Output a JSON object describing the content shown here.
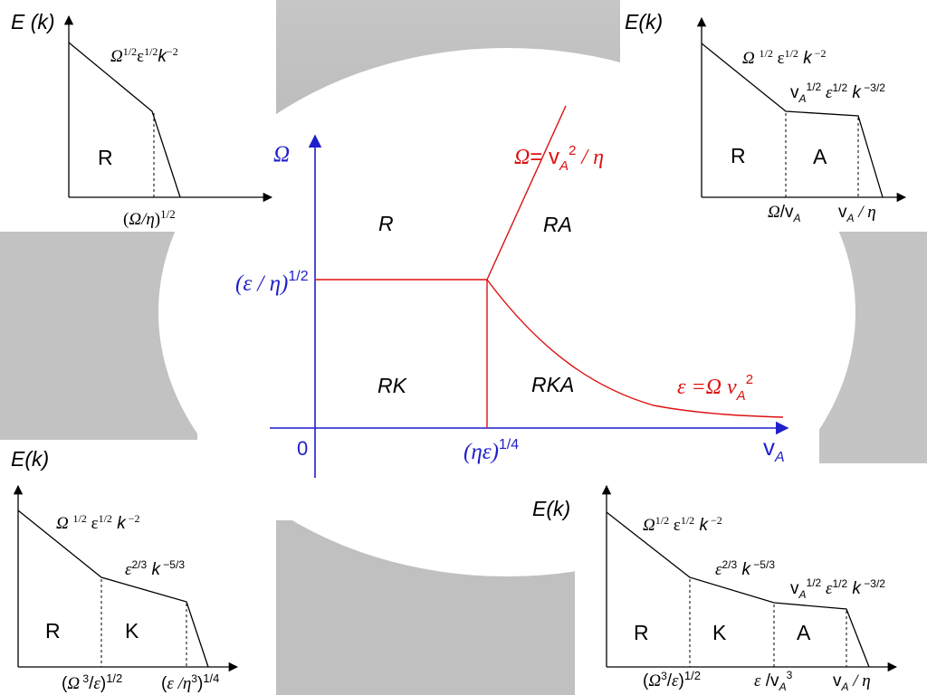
{
  "colors": {
    "axis": "#1f1fcc",
    "boundary": "#dd1111",
    "panel": "#000000",
    "background": "#c4c4c4"
  },
  "center": {
    "y_axis": "Ω",
    "x_axis_v": "v",
    "x_axis_sub": "A",
    "origin": "0",
    "y_tick": "(ε / η)",
    "y_tick_exp": "1/2",
    "x_tick": "(ηε)",
    "x_tick_exp": "1/4",
    "regions": {
      "r": "R",
      "ra": "RA",
      "rk": "RK",
      "rka": "RKA"
    },
    "upper_curve": {
      "lhs": "Ω",
      "eq": "= v",
      "sub": "A",
      "sup": "2",
      "rest": " / η"
    },
    "lower_curve": {
      "lhs": "ε =Ω v",
      "sub": "A",
      "sup": "2"
    }
  },
  "panels": {
    "top_left": {
      "ylabel": "E (k)",
      "slope1": "Ω1/2 ε1/2 k−2",
      "region": "R",
      "xtick": "(Ω/η)1/2"
    },
    "top_right": {
      "ylabel": "E(k)",
      "slope1": "Ω 1/2 ε1/2 k −2",
      "slope2": "vA1/2 ε1/2 k −3/2",
      "regions": [
        "R",
        "A"
      ],
      "xticks": [
        "Ω/vA",
        "vA / η"
      ]
    },
    "bottom_left": {
      "ylabel": "E(k)",
      "slope1": "Ω 1/2 ε1/2 k −2",
      "slope2": "ε2/3 k −5/3",
      "regions": [
        "R",
        "K"
      ],
      "xticks": [
        "(Ω 3/ε)1/2",
        "(ε /η3)1/4"
      ]
    },
    "bottom_right": {
      "ylabel": "E(k)",
      "slope1": "Ω1/2 ε1/2 k −2",
      "slope2": "ε2/3 k −5/3",
      "slope3": "vA1/2 ε1/2 k −3/2",
      "regions": [
        "R",
        "K",
        "A"
      ],
      "xticks": [
        "(Ω3/ε)1/2",
        "ε /vA3",
        "vA / η"
      ]
    }
  }
}
